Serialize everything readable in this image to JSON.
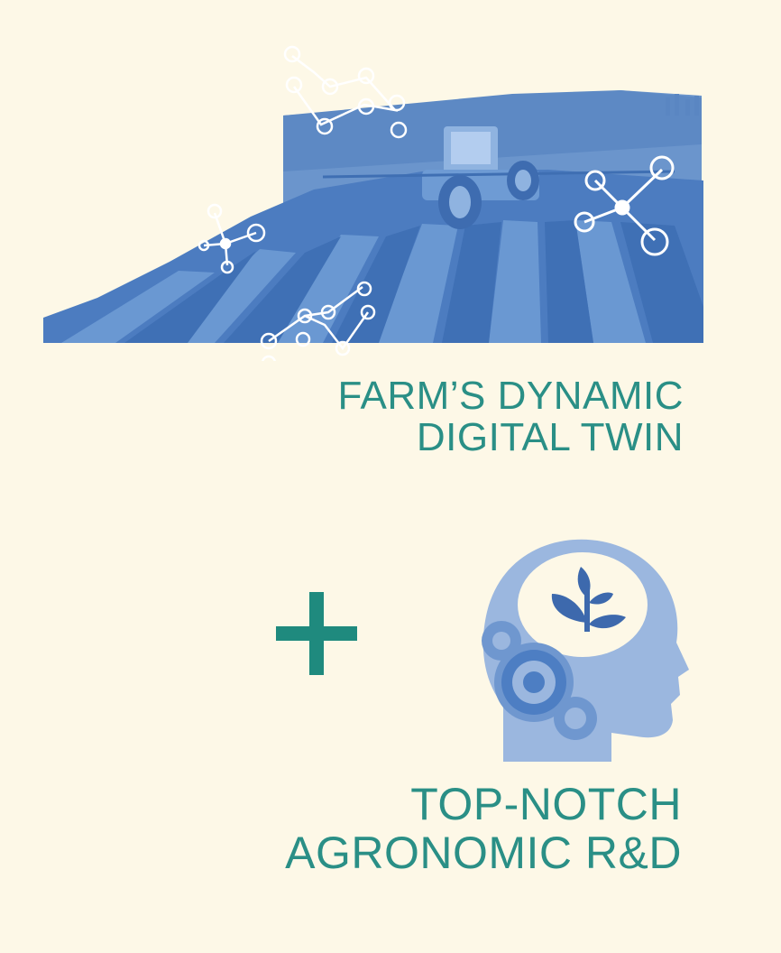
{
  "farm": {
    "caption_line1": "FARM’S DYNAMIC",
    "caption_line2": "DIGITAL TWIN"
  },
  "rnd": {
    "caption_line1": "TOP-NOTCH",
    "caption_line2": "AGRONOMIC R&D"
  },
  "icons": {
    "plus": "plus-icon",
    "farm": "farm-field-tractor-illustration",
    "head": "head-with-plant-and-gears-icon"
  },
  "colors": {
    "background": "#fdf8e7",
    "text_teal": "#2a8f86",
    "field_blue": "#4f7fc0",
    "head_blue": "#9ab6df"
  }
}
